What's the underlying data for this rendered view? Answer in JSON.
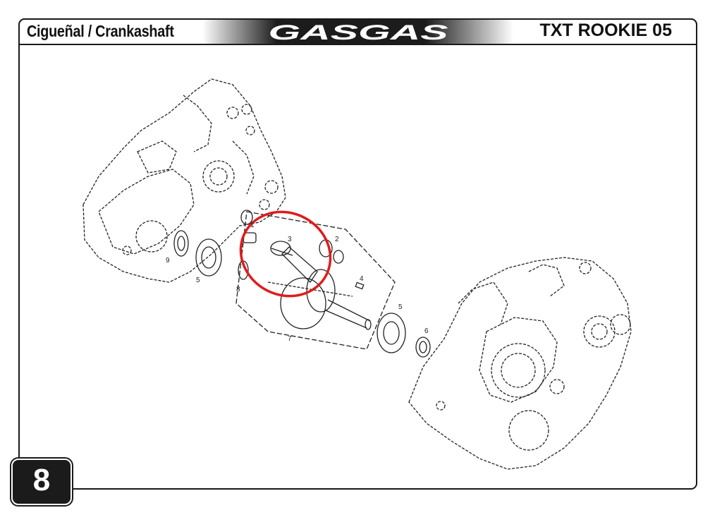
{
  "header": {
    "title_left": "Cigueñal / Crankashaft",
    "brand": "GASGAS",
    "title_right": "TXT ROOKIE 05"
  },
  "page": {
    "number": "8"
  },
  "callouts": [
    {
      "id": "c1",
      "text": "1"
    },
    {
      "id": "c2",
      "text": "2"
    },
    {
      "id": "c3",
      "text": "3"
    },
    {
      "id": "c4",
      "text": "4"
    },
    {
      "id": "c5a",
      "text": "5"
    },
    {
      "id": "c5b",
      "text": "5"
    },
    {
      "id": "c6",
      "text": "6"
    },
    {
      "id": "c7",
      "text": "7"
    },
    {
      "id": "c8",
      "text": "8"
    },
    {
      "id": "c9",
      "text": "9"
    }
  ],
  "colors": {
    "frame": "#1a1a1a",
    "highlight": "#e01b1b",
    "badge": "#1b1b1b"
  }
}
